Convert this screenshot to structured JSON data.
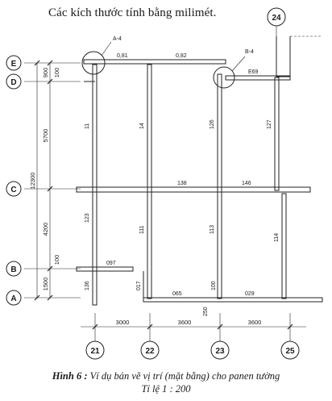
{
  "note": "Các kích thước tính bằng milimét.",
  "caption": {
    "lead": "Hình 6 :",
    "text": " Ví dụ bản vẽ vị trí (mặt bằng) cho panen tường",
    "scale": "Tỉ lệ 1 : 200"
  },
  "axes": {
    "columns": [
      "21",
      "22",
      "23",
      "24",
      "25"
    ],
    "rows": [
      "E",
      "D",
      "C",
      "B",
      "A"
    ]
  },
  "horizontal_dimensions": [
    "3000",
    "3600",
    "3600"
  ],
  "vertical_dimensions": [
    "12300",
    "5700",
    "4200",
    "1500",
    "900",
    "100",
    "100"
  ],
  "detail_callouts": [
    "A-4",
    "B-4"
  ],
  "panel_labels": [
    "0,81",
    "0,82",
    "E69",
    "11",
    "14",
    "126",
    "127",
    "138",
    "146",
    "123",
    "111",
    "113",
    "114",
    "097",
    "136",
    "017",
    "065",
    "100",
    "029",
    "250"
  ]
}
